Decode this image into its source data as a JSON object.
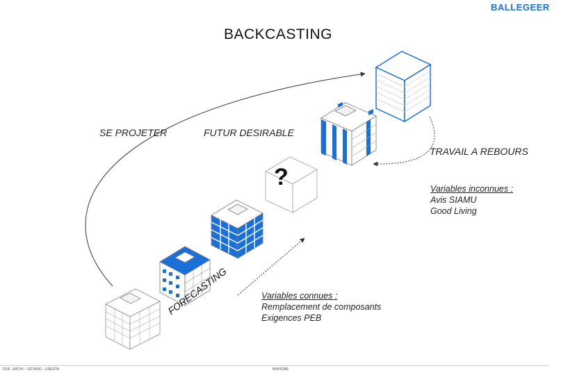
{
  "brand": {
    "logo": "BALLEGEER"
  },
  "title": "BACKCASTING",
  "labels": {
    "se_projeter": "SE PROJETER",
    "futur_desirable": "FUTUR DESIRABLE",
    "travail_a_rebours": "TRAVAIL A REBOURS",
    "forecasting": "FORECASTING",
    "question_mark": "?"
  },
  "unknown_variables": {
    "heading": "Variables inconnues :",
    "items": [
      "Avis SIAMU",
      "Good Living"
    ]
  },
  "known_variables": {
    "heading": "Variables connues :",
    "items": [
      "Remplacement de composants",
      "Exigences PEB"
    ]
  },
  "footer": {
    "left": "DXA · ARCHI – DETANG – ENESTA",
    "center": "BINHOME"
  },
  "colors": {
    "accent_blue": "#1a6fd8",
    "line_gray": "#444444",
    "building_outline": "#888888"
  }
}
